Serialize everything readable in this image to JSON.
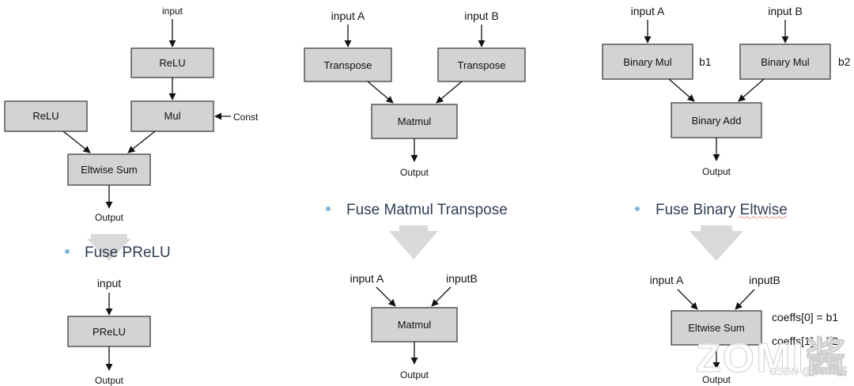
{
  "prelu": {
    "before": {
      "input": "input",
      "relu_top": "ReLU",
      "relu_left": "ReLU",
      "mul": "Mul",
      "const": "Const",
      "eltwise_sum": "Eltwise Sum",
      "output": "Output"
    },
    "caption": "Fuse PReLU",
    "after": {
      "input": "input",
      "prelu": "PReLU",
      "output": "Output"
    }
  },
  "matmul": {
    "before": {
      "input_a": "input A",
      "input_b": "input B",
      "transpose_a": "Transpose",
      "transpose_b": "Transpose",
      "matmul": "Matmul",
      "output": "Output"
    },
    "caption": "Fuse Matmul Transpose",
    "after": {
      "input_a": "input A",
      "input_b": "inputB",
      "matmul": "Matmul",
      "output": "Output"
    }
  },
  "binary": {
    "before": {
      "input_a": "input A",
      "input_b": "input B",
      "binary_mul_a": "Binary Mul",
      "binary_mul_b": "Binary Mul",
      "b1": "b1",
      "b2": "b2",
      "binary_add": "Binary Add",
      "output": "Output"
    },
    "caption": "Fuse Binary Eltwise",
    "after": {
      "input_a": "input A",
      "input_b": "inputB",
      "eltwise_sum": "Eltwise Sum",
      "coeff0": "coeffs[0] = b1",
      "coeff1": "coeffs[1] = b2",
      "output": "Output"
    }
  },
  "watermark": {
    "logo": "ZOMI酱",
    "credit": "CSDN @ZOMI酱"
  }
}
